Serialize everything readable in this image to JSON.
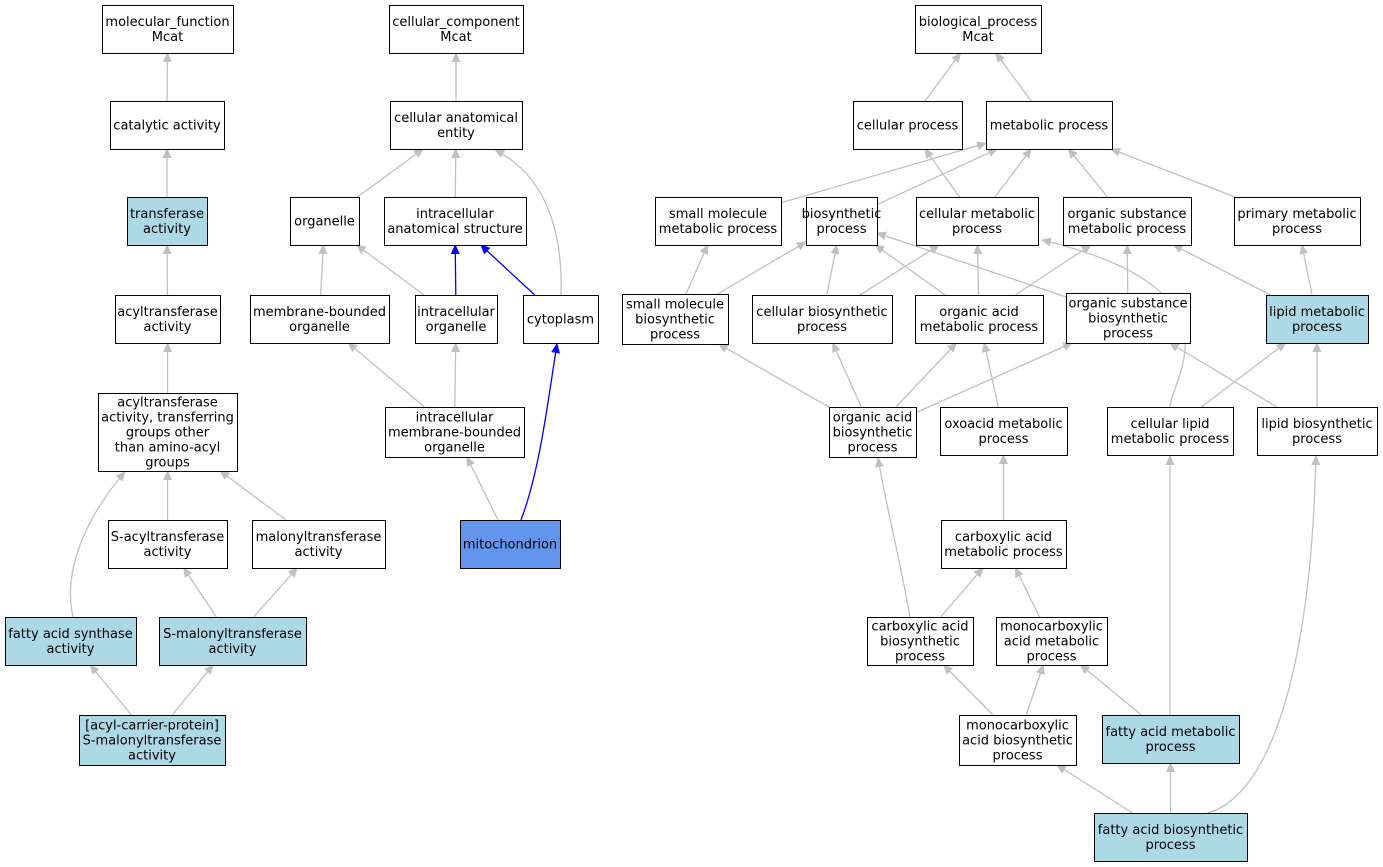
{
  "colors": {
    "background": "#ffffff",
    "node_default": "#ffffff",
    "node_highlight": "#add8e6",
    "node_selected": "#6495ed",
    "edge_default": "#c0c0c0",
    "edge_emphasis": "#0000ff",
    "border": "#000000"
  },
  "nodes": {
    "mf_root": {
      "lines": [
        "molecular_function",
        "Mcat"
      ],
      "style": "default"
    },
    "catalytic": {
      "lines": [
        "catalytic activity"
      ],
      "style": "default"
    },
    "transferase": {
      "lines": [
        "transferase",
        "activity"
      ],
      "style": "highlight"
    },
    "acyltransferase": {
      "lines": [
        "acyltransferase",
        "activity"
      ],
      "style": "default"
    },
    "acyl_non_amino": {
      "lines": [
        "acyltransferase",
        "activity, transferring",
        "groups other",
        "than amino-acyl",
        "groups"
      ],
      "style": "default"
    },
    "s_acyl": {
      "lines": [
        "S-acyltransferase",
        "activity"
      ],
      "style": "default"
    },
    "malonyl": {
      "lines": [
        "malonyltransferase",
        "activity"
      ],
      "style": "default"
    },
    "fa_synthase": {
      "lines": [
        "fatty acid synthase",
        "activity"
      ],
      "style": "highlight"
    },
    "s_malonyl": {
      "lines": [
        "S-malonyltransferase",
        "activity"
      ],
      "style": "highlight"
    },
    "acp_malonyl": {
      "lines": [
        "[acyl-carrier-protein]",
        "S-malonyltransferase",
        "activity"
      ],
      "style": "highlight"
    },
    "cc_root": {
      "lines": [
        "cellular_component",
        "Mcat"
      ],
      "style": "default"
    },
    "cae": {
      "lines": [
        "cellular anatomical",
        "entity"
      ],
      "style": "default"
    },
    "organelle": {
      "lines": [
        "organelle"
      ],
      "style": "default"
    },
    "ias": {
      "lines": [
        "intracellular",
        "anatomical structure"
      ],
      "style": "default"
    },
    "mbo": {
      "lines": [
        "membrane-bounded",
        "organelle"
      ],
      "style": "default"
    },
    "io": {
      "lines": [
        "intracellular",
        "organelle"
      ],
      "style": "default"
    },
    "cytoplasm": {
      "lines": [
        "cytoplasm"
      ],
      "style": "default"
    },
    "imbo": {
      "lines": [
        "intracellular",
        "membrane-bounded",
        "organelle"
      ],
      "style": "default"
    },
    "mito": {
      "lines": [
        "mitochondrion"
      ],
      "style": "selected"
    },
    "bp_root": {
      "lines": [
        "biological_process",
        "Mcat"
      ],
      "style": "default"
    },
    "cellular_proc": {
      "lines": [
        "cellular process"
      ],
      "style": "default"
    },
    "metabolic": {
      "lines": [
        "metabolic process"
      ],
      "style": "default"
    },
    "smmp": {
      "lines": [
        "small molecule",
        "metabolic process"
      ],
      "style": "default"
    },
    "biosyn": {
      "lines": [
        "biosynthetic",
        "process"
      ],
      "style": "default"
    },
    "cmp": {
      "lines": [
        "cellular metabolic",
        "process"
      ],
      "style": "default"
    },
    "osmp": {
      "lines": [
        "organic substance",
        "metabolic process"
      ],
      "style": "default"
    },
    "pmp": {
      "lines": [
        "primary metabolic",
        "process"
      ],
      "style": "default"
    },
    "smbp": {
      "lines": [
        "small molecule",
        "biosynthetic",
        "process"
      ],
      "style": "default"
    },
    "cbp": {
      "lines": [
        "cellular biosynthetic",
        "process"
      ],
      "style": "default"
    },
    "oamp": {
      "lines": [
        "organic acid",
        "metabolic process"
      ],
      "style": "default"
    },
    "osbp": {
      "lines": [
        "organic substance",
        "biosynthetic",
        "process"
      ],
      "style": "default"
    },
    "lmp": {
      "lines": [
        "lipid metabolic",
        "process"
      ],
      "style": "highlight"
    },
    "oabp": {
      "lines": [
        "organic acid",
        "biosynthetic",
        "process"
      ],
      "style": "default"
    },
    "oxmp": {
      "lines": [
        "oxoacid metabolic",
        "process"
      ],
      "style": "default"
    },
    "clmp": {
      "lines": [
        "cellular lipid",
        "metabolic process"
      ],
      "style": "default"
    },
    "lbp": {
      "lines": [
        "lipid biosynthetic",
        "process"
      ],
      "style": "default"
    },
    "camp": {
      "lines": [
        "carboxylic acid",
        "metabolic process"
      ],
      "style": "default"
    },
    "cabp": {
      "lines": [
        "carboxylic acid",
        "biosynthetic",
        "process"
      ],
      "style": "default"
    },
    "mcamp": {
      "lines": [
        "monocarboxylic",
        "acid metabolic",
        "process"
      ],
      "style": "default"
    },
    "mcabp": {
      "lines": [
        "monocarboxylic",
        "acid biosynthetic",
        "process"
      ],
      "style": "default"
    },
    "famp": {
      "lines": [
        "fatty acid metabolic",
        "process"
      ],
      "style": "highlight"
    },
    "fabp": {
      "lines": [
        "fatty acid biosynthetic",
        "process"
      ],
      "style": "highlight"
    }
  },
  "edges": [
    {
      "from": "catalytic",
      "to": "mf_root"
    },
    {
      "from": "transferase",
      "to": "catalytic"
    },
    {
      "from": "acyltransferase",
      "to": "transferase"
    },
    {
      "from": "acyl_non_amino",
      "to": "acyltransferase"
    },
    {
      "from": "s_acyl",
      "to": "acyl_non_amino"
    },
    {
      "from": "malonyl",
      "to": "acyl_non_amino"
    },
    {
      "from": "fa_synthase",
      "to": "acyl_non_amino"
    },
    {
      "from": "s_malonyl",
      "to": "s_acyl"
    },
    {
      "from": "s_malonyl",
      "to": "malonyl"
    },
    {
      "from": "acp_malonyl",
      "to": "fa_synthase"
    },
    {
      "from": "acp_malonyl",
      "to": "s_malonyl"
    },
    {
      "from": "cae",
      "to": "cc_root"
    },
    {
      "from": "organelle",
      "to": "cae"
    },
    {
      "from": "ias",
      "to": "cae"
    },
    {
      "from": "cytoplasm",
      "to": "cae"
    },
    {
      "from": "mbo",
      "to": "organelle"
    },
    {
      "from": "io",
      "to": "organelle"
    },
    {
      "from": "io",
      "to": "ias",
      "emphasis": true
    },
    {
      "from": "cytoplasm",
      "to": "ias",
      "emphasis": true
    },
    {
      "from": "imbo",
      "to": "mbo"
    },
    {
      "from": "imbo",
      "to": "io"
    },
    {
      "from": "mito",
      "to": "imbo"
    },
    {
      "from": "mito",
      "to": "cytoplasm",
      "emphasis": true
    },
    {
      "from": "cellular_proc",
      "to": "bp_root"
    },
    {
      "from": "metabolic",
      "to": "bp_root"
    },
    {
      "from": "smmp",
      "to": "metabolic"
    },
    {
      "from": "biosyn",
      "to": "metabolic"
    },
    {
      "from": "cmp",
      "to": "cellular_proc"
    },
    {
      "from": "cmp",
      "to": "metabolic"
    },
    {
      "from": "osmp",
      "to": "metabolic"
    },
    {
      "from": "pmp",
      "to": "metabolic"
    },
    {
      "from": "smbp",
      "to": "smmp"
    },
    {
      "from": "smbp",
      "to": "biosyn"
    },
    {
      "from": "cbp",
      "to": "biosyn"
    },
    {
      "from": "cbp",
      "to": "cmp"
    },
    {
      "from": "oamp",
      "to": "biosyn"
    },
    {
      "from": "oamp",
      "to": "cmp"
    },
    {
      "from": "oamp",
      "to": "osmp"
    },
    {
      "from": "osbp",
      "to": "biosyn"
    },
    {
      "from": "osbp",
      "to": "osmp"
    },
    {
      "from": "lmp",
      "to": "osmp"
    },
    {
      "from": "lmp",
      "to": "pmp"
    },
    {
      "from": "oabp",
      "to": "smbp"
    },
    {
      "from": "oabp",
      "to": "cbp"
    },
    {
      "from": "oabp",
      "to": "oamp"
    },
    {
      "from": "oabp",
      "to": "osbp"
    },
    {
      "from": "oxmp",
      "to": "oamp"
    },
    {
      "from": "clmp",
      "to": "cmp"
    },
    {
      "from": "clmp",
      "to": "lmp"
    },
    {
      "from": "lbp",
      "to": "osbp"
    },
    {
      "from": "lbp",
      "to": "lmp"
    },
    {
      "from": "camp",
      "to": "oxmp"
    },
    {
      "from": "cabp",
      "to": "oabp"
    },
    {
      "from": "cabp",
      "to": "camp"
    },
    {
      "from": "mcamp",
      "to": "camp"
    },
    {
      "from": "mcabp",
      "to": "cabp"
    },
    {
      "from": "mcabp",
      "to": "mcamp"
    },
    {
      "from": "famp",
      "to": "mcamp"
    },
    {
      "from": "famp",
      "to": "clmp"
    },
    {
      "from": "fabp",
      "to": "mcabp"
    },
    {
      "from": "fabp",
      "to": "famp"
    },
    {
      "from": "fabp",
      "to": "lbp"
    }
  ]
}
